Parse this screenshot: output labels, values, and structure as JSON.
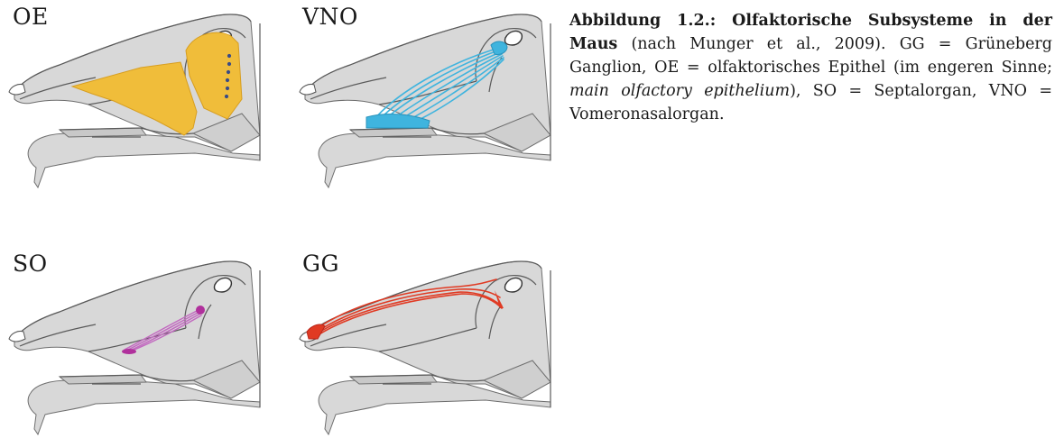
{
  "panels": {
    "oe": {
      "label": "OE",
      "accent": "#f0bd3a"
    },
    "vno": {
      "label": "VNO",
      "accent": "#3fb4de"
    },
    "so": {
      "label": "SO",
      "accent": "#b0309c"
    },
    "gg": {
      "label": "GG",
      "accent": "#e03a23"
    }
  },
  "caption": {
    "title": "Abbildung 1.2.: Olfaktorische Subsysteme in der Maus",
    "source": " (nach Munger et al., 2009). GG = Grüneberg Ganglion, OE = olfaktorisches Epithel (im engeren Sinne; ",
    "term_en": "main olfactory epithelium",
    "rest": "), SO = Septalorgan, VNO = Vomeronasalorgan."
  }
}
